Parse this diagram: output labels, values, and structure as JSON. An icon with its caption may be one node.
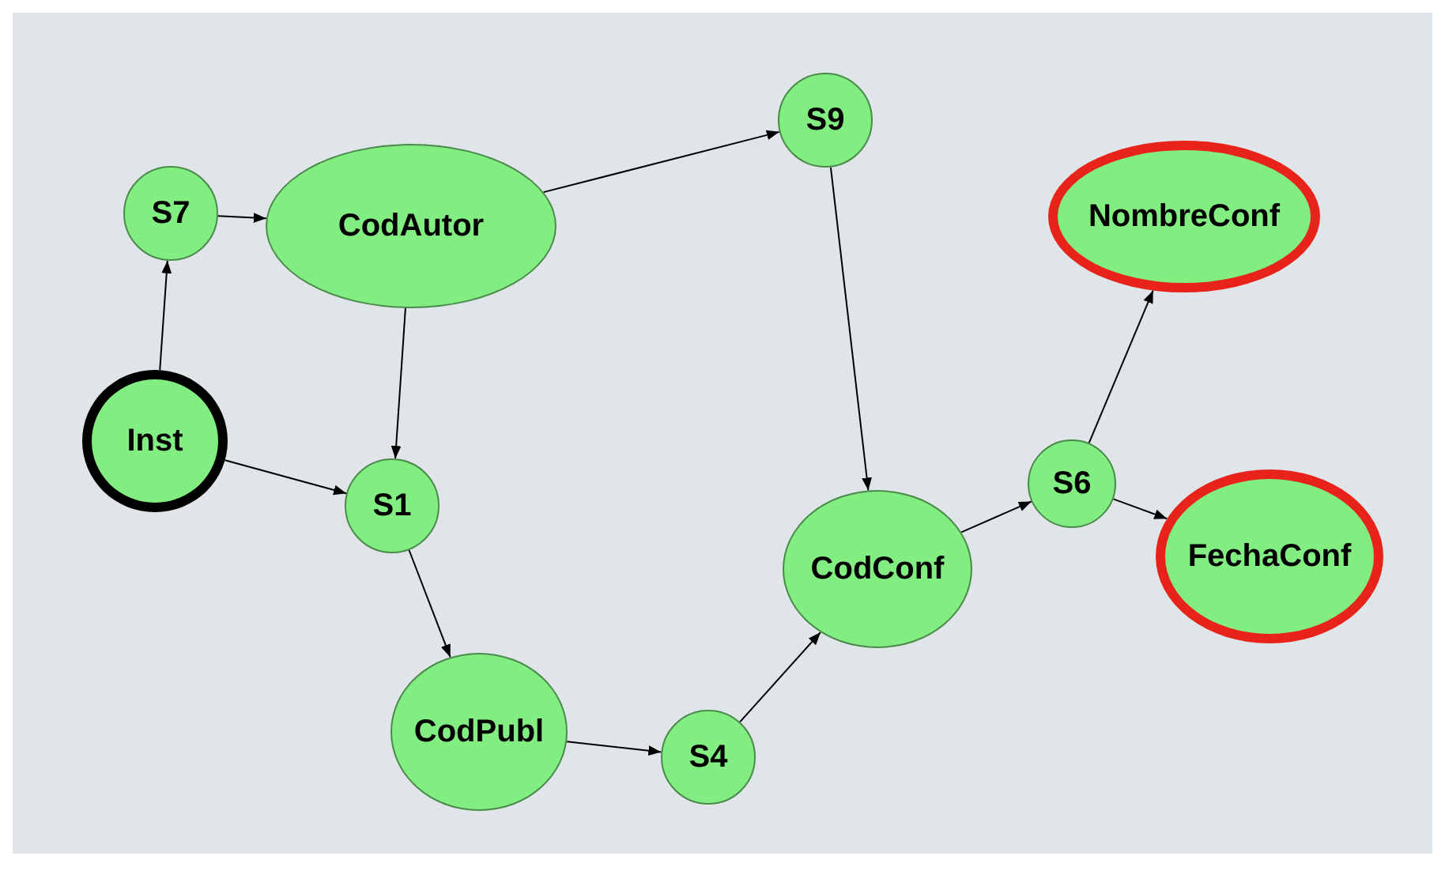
{
  "diagram": {
    "nodes": [
      {
        "text": [
          "S7"
        ]
      },
      {
        "text": [
          "CodAutor"
        ]
      },
      {
        "text": [
          "S9"
        ]
      },
      {
        "text": [
          "NombreConf"
        ]
      },
      {
        "text": [
          "Inst"
        ]
      },
      {
        "text": [
          "S1"
        ]
      },
      {
        "text": [
          "S6"
        ]
      },
      {
        "text": [
          "FechaConf"
        ]
      },
      {
        "text": [
          "CodConf"
        ]
      },
      {
        "text": [
          "CodPubl"
        ]
      },
      {
        "text": [
          "S4"
        ]
      }
    ],
    "edges": [
      {
        "from": 4,
        "to": 0,
        "arrow": "to"
      },
      {
        "from": 0,
        "to": 1,
        "arrow": "to"
      },
      {
        "from": 1,
        "to": 2,
        "arrow": "to"
      },
      {
        "from": 1,
        "to": 5,
        "arrow": "to"
      },
      {
        "from": 4,
        "to": 5,
        "arrow": "to"
      },
      {
        "from": 5,
        "to": 9,
        "arrow": "to"
      },
      {
        "from": 9,
        "to": 10,
        "arrow": "to"
      },
      {
        "from": 10,
        "to": 8,
        "arrow": "to"
      },
      {
        "from": 2,
        "to": 8,
        "arrow": "to"
      },
      {
        "from": 8,
        "to": 6,
        "arrow": "to"
      },
      {
        "from": 6,
        "to": 3,
        "arrow": "to"
      },
      {
        "from": 6,
        "to": 7,
        "arrow": "to"
      }
    ]
  }
}
